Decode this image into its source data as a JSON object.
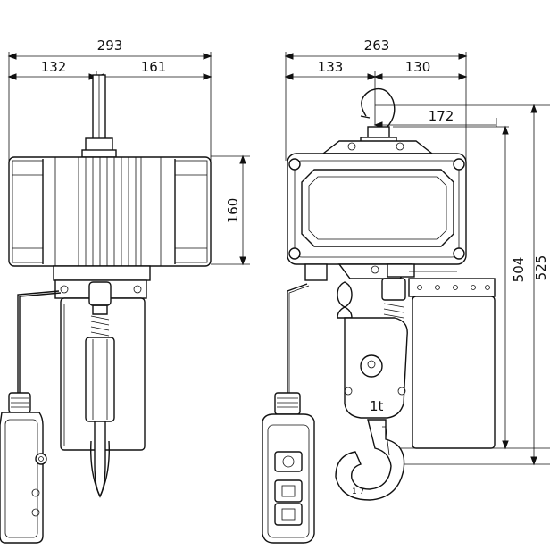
{
  "drawing": {
    "front_view": {
      "overall_width": "293",
      "left_width": "132",
      "right_width": "161",
      "body_height": "160"
    },
    "side_view": {
      "overall_width": "263",
      "left_width": "133",
      "right_width": "130",
      "hook_offset": "172",
      "height_a": "504",
      "height_b": "525",
      "hook_label": "1t",
      "hook_mark": "1 7"
    }
  }
}
